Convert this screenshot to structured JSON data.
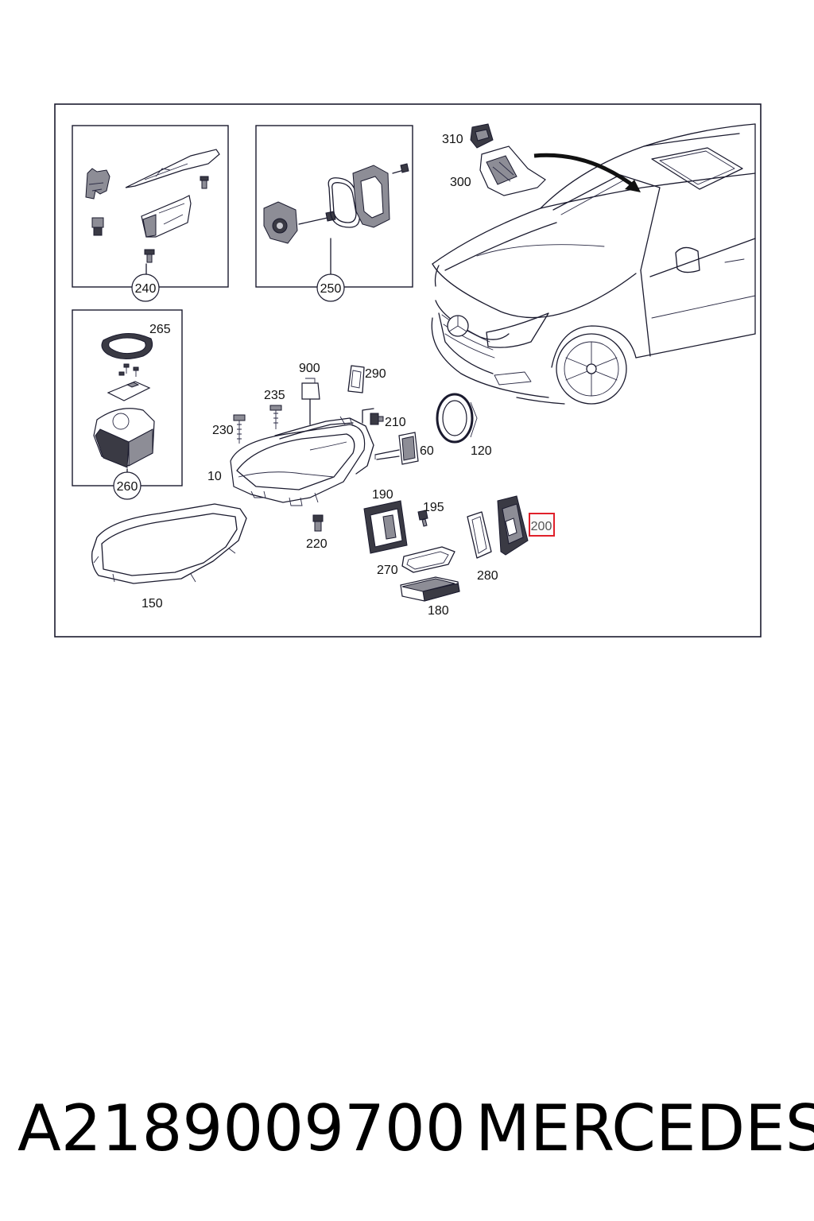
{
  "diagram": {
    "callouts": {
      "c10": "10",
      "c60": "60",
      "c120": "120",
      "c150": "150",
      "c180": "180",
      "c190": "190",
      "c195": "195",
      "c200": "200",
      "c210": "210",
      "c220": "220",
      "c230": "230",
      "c235": "235",
      "c240": "240",
      "c250": "250",
      "c260": "260",
      "c265": "265",
      "c270": "270",
      "c280": "280",
      "c290": "290",
      "c300": "300",
      "c310": "310",
      "c900": "900"
    },
    "highlighted_callout": "200",
    "highlight_color": "#e0202a",
    "line_color": "#1a1a2e"
  },
  "caption": {
    "part_number": "A2189009700",
    "brand": "MERCEDES"
  }
}
